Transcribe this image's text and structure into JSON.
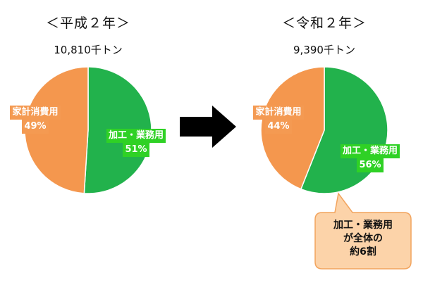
{
  "charts": [
    {
      "title": "＜平成２年＞",
      "total": "10,810千トン",
      "slices": [
        {
          "label": "加工・業務用",
          "pct_text": "51%",
          "value": 51,
          "color": "#22b24c"
        },
        {
          "label": "家計消費用",
          "pct_text": "49%",
          "value": 49,
          "color": "#f4974e"
        }
      ]
    },
    {
      "title": "＜令和２年＞",
      "total": "9,390千トン",
      "slices": [
        {
          "label": "加工・業務用",
          "pct_text": "56%",
          "value": 56,
          "color": "#22b24c"
        },
        {
          "label": "家計消費用",
          "pct_text": "44%",
          "value": 44,
          "color": "#f4974e"
        }
      ]
    }
  ],
  "callout": {
    "lines": [
      "加工・業務用",
      "が全体の",
      "約6割"
    ],
    "fill": "#fcd3a9",
    "border": "#f2a45e"
  },
  "arrow": {
    "color": "#000000"
  },
  "chart_data": [
    {
      "type": "pie",
      "title": "＜平成２年＞",
      "subtitle": "10,810千トン",
      "categories": [
        "加工・業務用",
        "家計消費用"
      ],
      "values": [
        51,
        49
      ]
    },
    {
      "type": "pie",
      "title": "＜令和２年＞",
      "subtitle": "9,390千トン",
      "categories": [
        "加工・業務用",
        "家計消費用"
      ],
      "values": [
        56,
        44
      ]
    }
  ]
}
